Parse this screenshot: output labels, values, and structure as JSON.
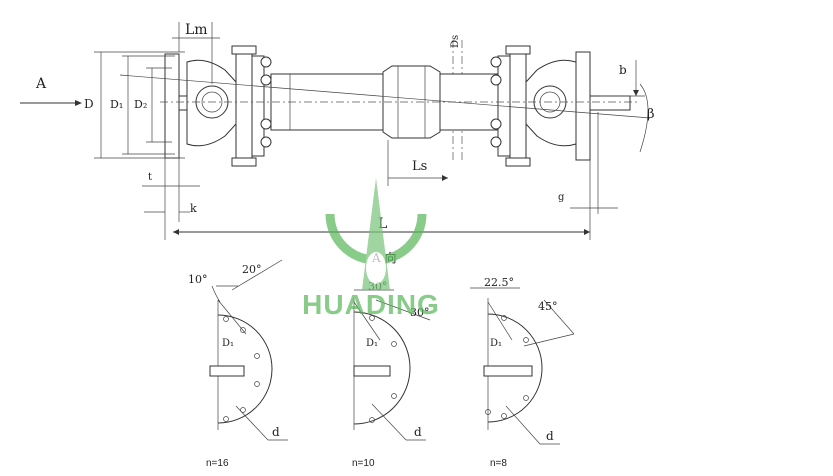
{
  "drawing": {
    "labels": {
      "arrow_a": "A",
      "lm": "Lm",
      "d": "D",
      "d1": "D₁",
      "d2": "D₂",
      "ds": "Ds",
      "b": "b",
      "beta": "β",
      "ls": "Ls",
      "t": "t",
      "k": "k",
      "g": "g",
      "l": "L",
      "view_a": "A 向"
    },
    "flange_views": [
      {
        "angle_top": "10°",
        "angle_mid": "20°",
        "pitch": "D₁",
        "hole": "d",
        "count": "n=16"
      },
      {
        "angle_top": "30°",
        "angle_mid": "30°",
        "pitch": "D₁",
        "hole": "d",
        "count": "n=10"
      },
      {
        "angle_top": "22.5°",
        "angle_mid": "45°",
        "pitch": "D₁",
        "hole": "d",
        "count": "n=8"
      }
    ]
  },
  "watermark": {
    "text": "HUADING",
    "color": "#5cb85c",
    "icon": "huading-logo-icon"
  }
}
